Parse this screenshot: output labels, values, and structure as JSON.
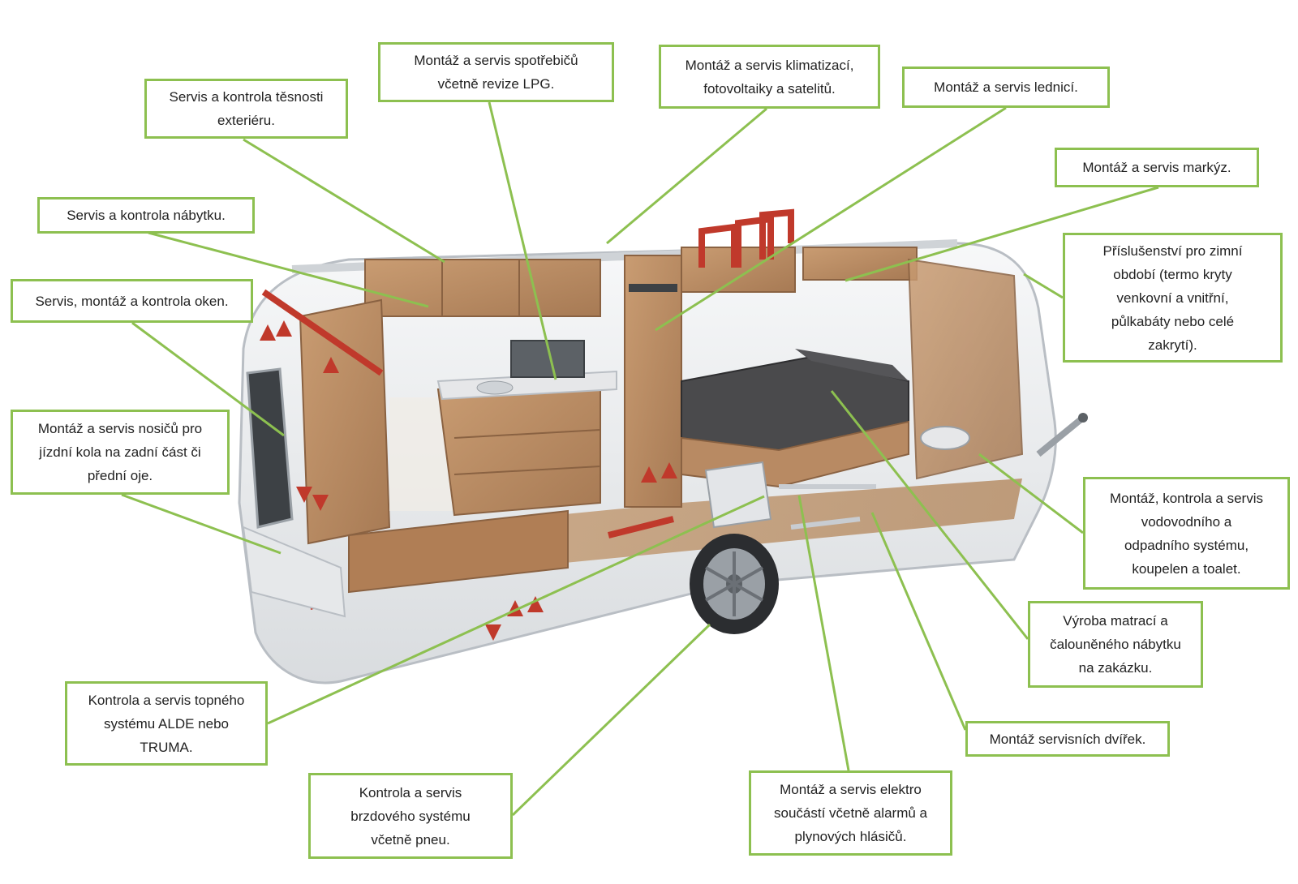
{
  "colors": {
    "callout_border": "#8dc050",
    "leader_line": "#8dc050",
    "wood": "#b88a63",
    "shell": "#eef0f2",
    "heating_pipe": "#c0392b",
    "bed_fabric": "#4a4a4c"
  },
  "image": {
    "subject": "caravan-cutaway-illustration",
    "icon": "caravan-icon"
  },
  "callouts": {
    "exterior_seal": "Servis a kontrola těsnosti\nexteriéru.",
    "appliances": "Montáž a servis spotřebičů\nvčetně revize LPG.",
    "air_conditioning": "Montáž a servis klimatizací,\nfotovoltaiky a satelitů.",
    "refrigerators": "Montáž a servis lednicí.",
    "awnings": "Montáž a servis markýz.",
    "furniture": "Servis a kontrola nábytku.",
    "windows": "Servis, montáž a kontrola oken.",
    "winter_accessories": "Příslušenství pro zimní\nobdobí (termo kryty\nvenkovní a vnitřní,\npůlkabáty nebo celé\nzakrytí).",
    "bike_carriers": "Montáž a servis nosičů pro\njízdní kola na zadní část či\npřední oje.",
    "water_system": "Montáž, kontrola a servis\nvodovodního a\nodpadního systému,\nkoupelen a toalet.",
    "mattresses": "Výroba matrací a\nčalouněného nábytku\nna zakázku.",
    "service_doors": "Montáž servisních dvířek.",
    "heating": "Kontrola a servis topného\nsystému ALDE nebo\nTRUMA.",
    "brakes": "Kontrola a servis\nbrzdového systému\nvčetně pneu.",
    "electrical": "Montáž a servis elektro\nsoučástí včetně alarmů a\nplynových hlásičů."
  }
}
